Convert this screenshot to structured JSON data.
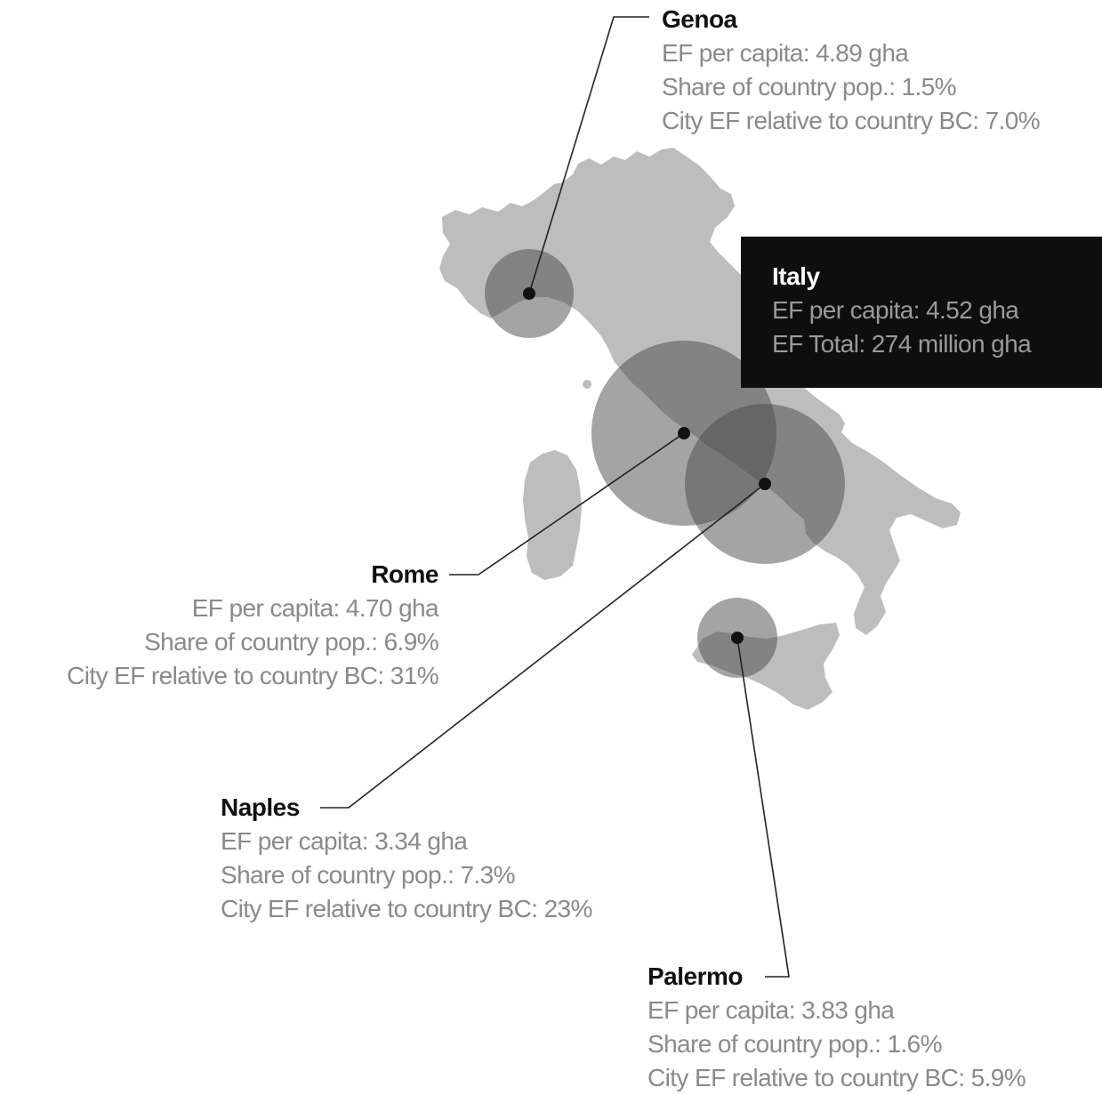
{
  "colors": {
    "land": "#bdbdbd",
    "circle": "#4a4a4a",
    "dot": "#111111",
    "leader": "#222222",
    "title": "#111111",
    "text": "#8a8a8a",
    "box": "#0e0e0e"
  },
  "country": {
    "name": "Italy",
    "ef_per_capita": "EF per capita: 4.52 gha",
    "ef_total": "EF Total: 274 million gha"
  },
  "cities": {
    "genoa": {
      "name": "Genoa",
      "ef_per_capita": "EF per capita: 4.89 gha",
      "share_pop": "Share of country pop.: 1.5%",
      "relative_bc": "City EF relative to country BC: 7.0%"
    },
    "rome": {
      "name": "Rome",
      "ef_per_capita": "EF per capita: 4.70 gha",
      "share_pop": "Share of country pop.: 6.9%",
      "relative_bc": "City EF relative to country BC: 31%"
    },
    "naples": {
      "name": "Naples",
      "ef_per_capita": "EF per capita: 3.34 gha",
      "share_pop": "Share of country pop.: 7.3%",
      "relative_bc": "City EF relative to country BC: 23%"
    },
    "palermo": {
      "name": "Palermo",
      "ef_per_capita": "EF per capita: 3.83 gha",
      "share_pop": "Share of country pop.: 1.6%",
      "relative_bc": "City EF relative to country BC: 5.9%"
    }
  }
}
